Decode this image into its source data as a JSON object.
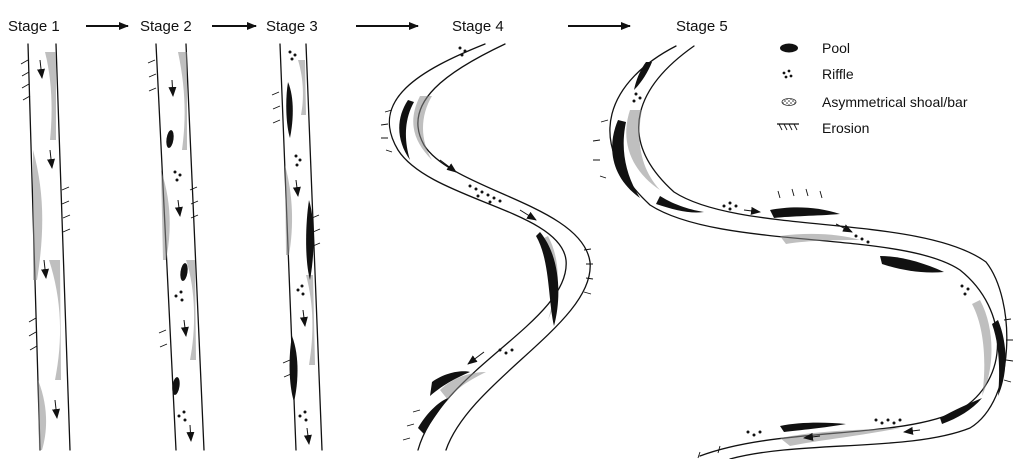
{
  "stages": [
    {
      "label": "Stage 1"
    },
    {
      "label": "Stage 2"
    },
    {
      "label": "Stage 3"
    },
    {
      "label": "Stage 4"
    },
    {
      "label": "Stage 5"
    }
  ],
  "legend": {
    "pool": "Pool",
    "riffle": "Riffle",
    "shoal": "Asymmetrical shoal/bar",
    "erosion": "Erosion"
  }
}
